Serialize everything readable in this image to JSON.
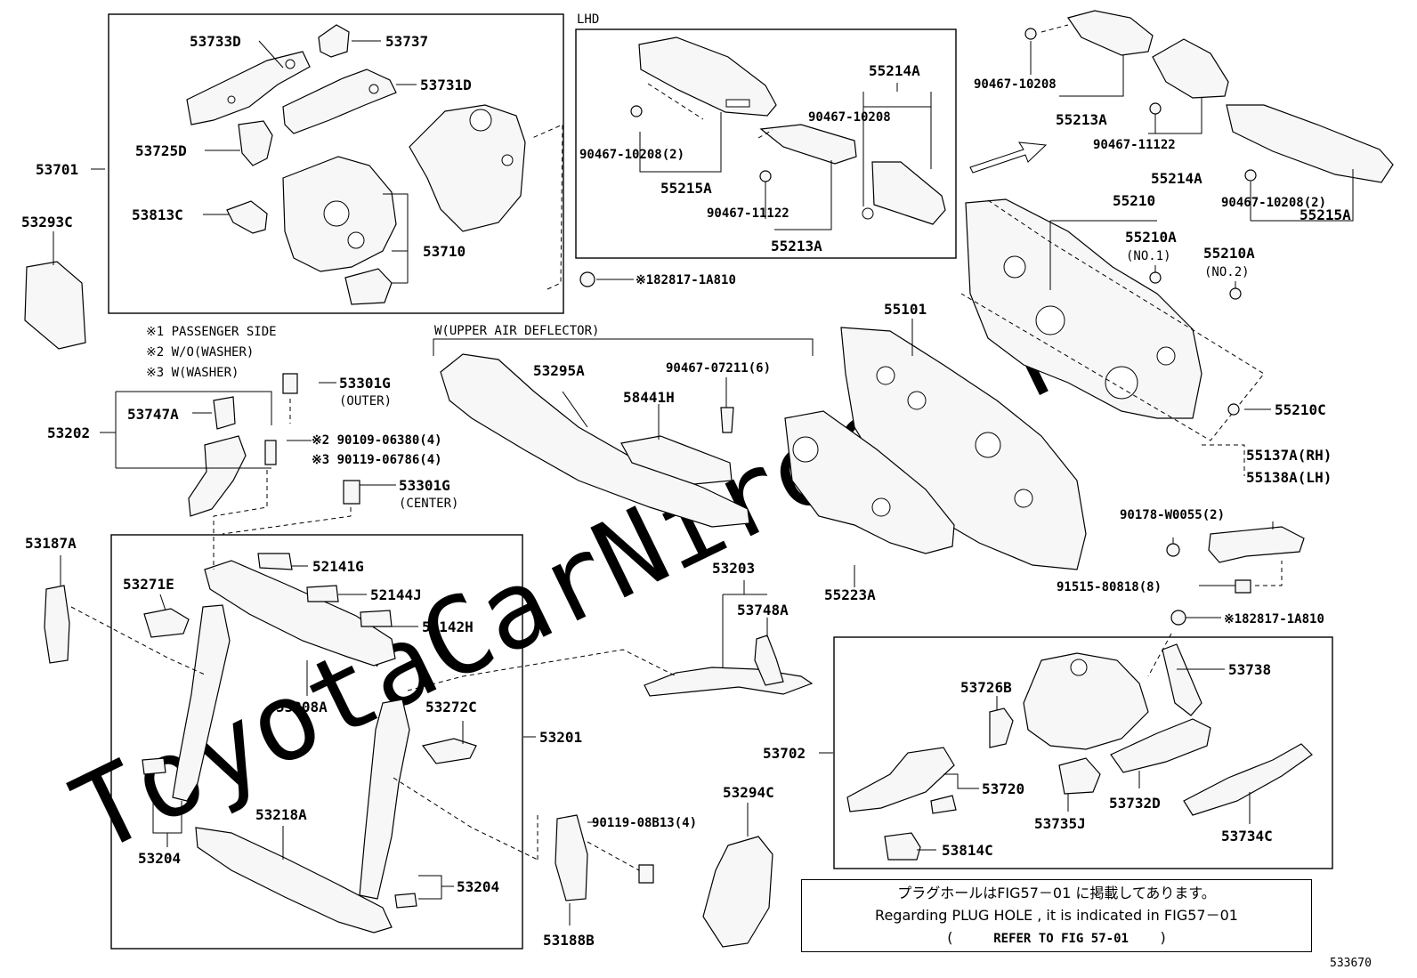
{
  "watermark": "ToyotaCarNirect.ru",
  "diagram_id": "533670",
  "variant_notes": {
    "n1": "※1 PASSENGER SIDE",
    "n2": "※2 W/O(WASHER)",
    "n3": "※3 W(WASHER)"
  },
  "group_titles": {
    "lhd": "LHD",
    "upper_air_deflector": "W(UPPER AIR DEFLECTOR)"
  },
  "labels": {
    "p53733D": "53733D",
    "p53737": "53737",
    "p53731D": "53731D",
    "p53725D": "53725D",
    "p53701": "53701",
    "p53813C": "53813C",
    "p53710": "53710",
    "p53293C": "53293C",
    "lhd_clip_2": "90467-10208(2)",
    "lhd_55215A": "55215A",
    "lhd_55214A": "55214A",
    "lhd_clip_10208": "90467-10208",
    "lhd_clip_11122": "90467-11122",
    "lhd_55213A": "55213A",
    "grommet_top": "※182817-1A810",
    "r_clip_10208": "90467-10208",
    "r_55213A": "55213A",
    "r_clip_11122": "90467-11122",
    "r_55214A": "55214A",
    "r_clip_10208_2": "90467-10208(2)",
    "r_55215A": "55215A",
    "p55210": "55210",
    "p55210A_1": "55210A",
    "no1": "(NO.1)",
    "p55210A_2": "55210A",
    "no2": "(NO.2)",
    "p55101": "55101",
    "p55210C": "55210C",
    "p55137A": "55137A(RH)",
    "p55138A": "55138A(LH)",
    "p90178": "90178-W0055(2)",
    "p91515": "91515-80818(8)",
    "grommet_right": "※182817-1A810",
    "p53301G_outer": "53301G",
    "outer": "(OUTER)",
    "p53747A": "53747A",
    "p53202": "53202",
    "bolt_w_o": "※2 90109-06380(4)",
    "bolt_w": "※3 90119-06786(4)",
    "p53301G_center": "53301G",
    "center": "(CENTER)",
    "p53295A": "53295A",
    "p58441H": "58441H",
    "clip_07211": "90467-07211(6)",
    "p55223A": "55223A",
    "p53187A": "53187A",
    "p53271E": "53271E",
    "p52141G": "52141G",
    "p52144J": "52144J",
    "p52142H": "52142H",
    "p53208A": "53208A",
    "p53272C": "53272C",
    "p53201": "53201",
    "p53204_left": "53204",
    "p53218A": "53218A",
    "p53204_right": "53204",
    "p53203": "53203",
    "p53748A": "53748A",
    "p90119_08B13": "90119-08B13(4)",
    "p53188B": "53188B",
    "p53294C": "53294C",
    "p53738": "53738",
    "p53726B": "53726B",
    "p53702": "53702",
    "p53720": "53720",
    "p53735J": "53735J",
    "p53732D": "53732D",
    "p53734C": "53734C",
    "p53814C": "53814C"
  },
  "note": {
    "line1": "プラグホールはFIG57－01 に掲載してあります。",
    "line2": "Regarding PLUG HOLE , it is indicated in FIG57－01",
    "line3_open": "(",
    "line3_ref": "REFER TO FIG 57-01",
    "line3_close": ")"
  }
}
